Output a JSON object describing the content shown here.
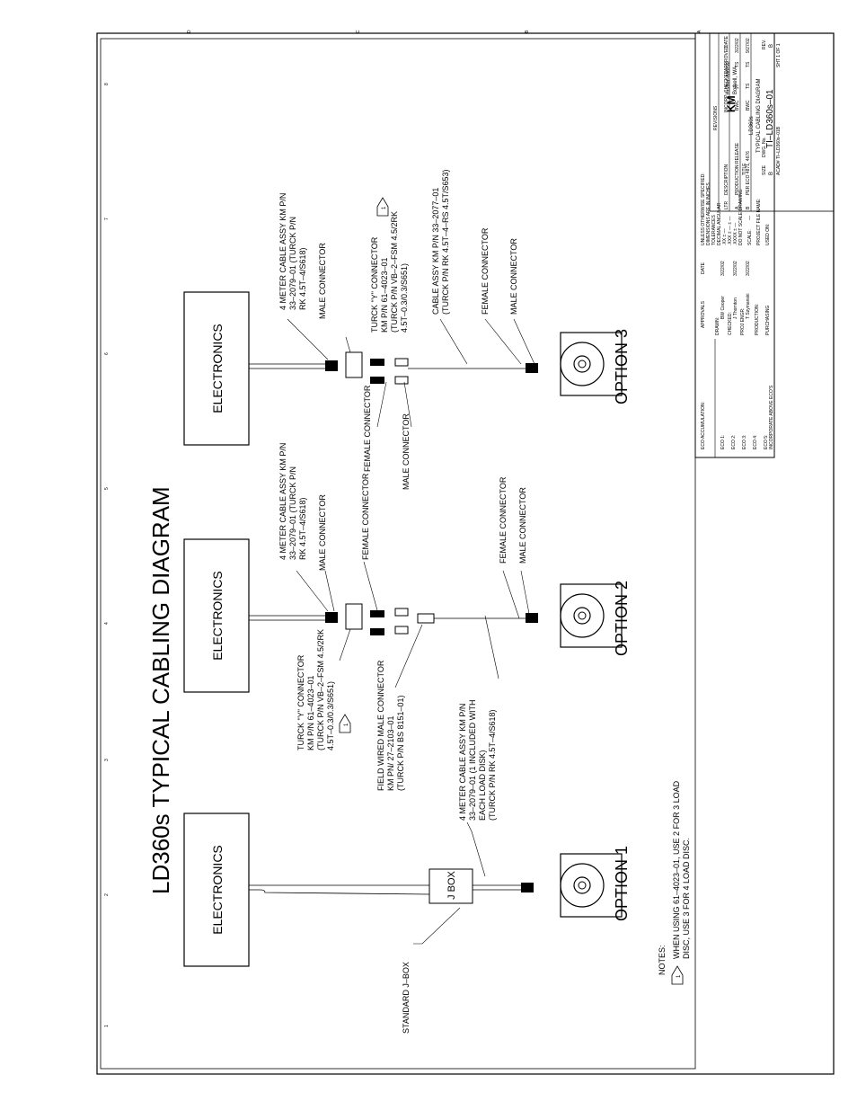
{
  "title": "LD360s TYPICAL CABLING DIAGRAM",
  "blocks": {
    "electronics": "ELECTRONICS",
    "jbox": "J BOX"
  },
  "options": [
    "OPTION 1",
    "OPTION 2",
    "OPTION 3"
  ],
  "callouts": {
    "standard_jbox": "STANDARD J–BOX",
    "opt1_cable": [
      "4 METER CABLE ASSY KM P/N",
      "33–2079–01 (1 INCLUDED WITH",
      "EACH LOAD DISK)",
      "(TURCK P/N RK 4.5T–4/S618)"
    ],
    "opt2_y_conn": [
      "TURCK \"Y\" CONNECTOR",
      "KM P/N 61–4023–01",
      "(TURCK P/N VB–2–FSM 4.5/2RK",
      "4.5T–0.3/0.3/S651)"
    ],
    "opt2_field_wired": [
      "FIELD WIRED MALE CONNECTOR",
      "KM PN/ 27–2103–01",
      "(TURCK P/N BS 8151–01)"
    ],
    "opt2_cable": [
      "4 METER CABLE ASSY KM P/N",
      "33–2079–01 (TURCK P/N",
      "RK 4.5T–4/S618)"
    ],
    "male_connector": "MALE CONNECTOR",
    "female_connector": "FEMALE CONNECTOR",
    "opt3_cable": [
      "4 METER CABLE ASSY KM P/N",
      "33–2079–01 (TURCK P/N",
      "RK 4.5T–4/S618)"
    ],
    "opt3_y_conn": [
      "TURCK \"Y\" CONNECTOR",
      "KM P/N 61–4023–01",
      "(TURCK P/N VB–2–FSM 4.5/2RK",
      "4.5T–0.3/0.3/S651)"
    ],
    "opt3_cable2": [
      "CABLE ASSY KM P/N 33–2077–01",
      "(TURCK P/N RK 4.5T–4–RS 4.5T/S653)"
    ],
    "flag": "1"
  },
  "notes": {
    "heading": "NOTES:",
    "flag": "1",
    "lines": [
      "WHEN USING 61–4023–01, USE 2 FOR 3 LOAD",
      "DISC, USE 3 FOR 4 LOAD DISC."
    ]
  },
  "zones_h": [
    "1",
    "2",
    "3",
    "4",
    "5",
    "6",
    "7",
    "8"
  ],
  "zones_v": [
    "A",
    "B",
    "C",
    "D"
  ],
  "revisions": {
    "heading": "REVISIONS",
    "headers": [
      "LTR",
      "DESCRIPTION",
      "INCORP.",
      "CHECKED",
      "APPROVED",
      "DATE"
    ],
    "rows": [
      [
        "A",
        "PRODUCTION RELEASE",
        "BWC",
        "JT",
        "TS",
        "3/22/02"
      ],
      [
        "B",
        "PER ECO 4871, 4676",
        "BWC",
        "TS",
        "TS",
        "9/27/02"
      ]
    ]
  },
  "title_block": {
    "eco_heading": "ECO ACCUMULATION:",
    "ecos": [
      "ECO 1:",
      "ECO 2:",
      "ECO 3:",
      "ECO 4:",
      "ECO 5:"
    ],
    "incorporate": "INCORPORATE ABOVE ECO'S",
    "approvals": "APPROVALS",
    "date": "DATE",
    "drawn_lbl": "DRAWN:",
    "drawn": "BW Cooper",
    "drawn_date": "3/22/02",
    "checked_lbl": "CHECKED:",
    "checked": "J Thornton",
    "checked_date": "3/22/02",
    "proj_lbl": "PROJ ENGR:",
    "proj": "T Szymanski",
    "proj_date": "3/22/02",
    "production_lbl": "PRODUCTION:",
    "purchasing_lbl": "PURCHASING",
    "tol": [
      "UNLESS OTHERWISE SPECIFIED:",
      "DIMENSIONS ARE IN INCHES",
      "TOLERANCES",
      "DECIMAL      ANGULAR",
      ".XX ± —",
      ".XXX ± —      ± —",
      ".XXXX ± —",
      "DO NOT SCALE DRAWING"
    ],
    "scale_lbl": "SCALE:",
    "scale": "—",
    "project_file": "PROJECT FILE NAME:",
    "used_on": "USED ON:",
    "company1": "Kistler–Morse",
    "company2": "Bothell, WA",
    "logo": "KM",
    "title_lbl": "TITLE",
    "title1": "LD360s",
    "title2": "TYPICAL CABLING DIAGRAM",
    "size_lbl": "SIZE",
    "size": "B",
    "dwg_lbl": "DWG. No.",
    "dwg": "TI–LD360s–01",
    "rev_lbl": "REV.",
    "rev": "B",
    "acad": "ACAD# TI–LD360s–01B",
    "sht": "SHT 1 OF 1"
  }
}
